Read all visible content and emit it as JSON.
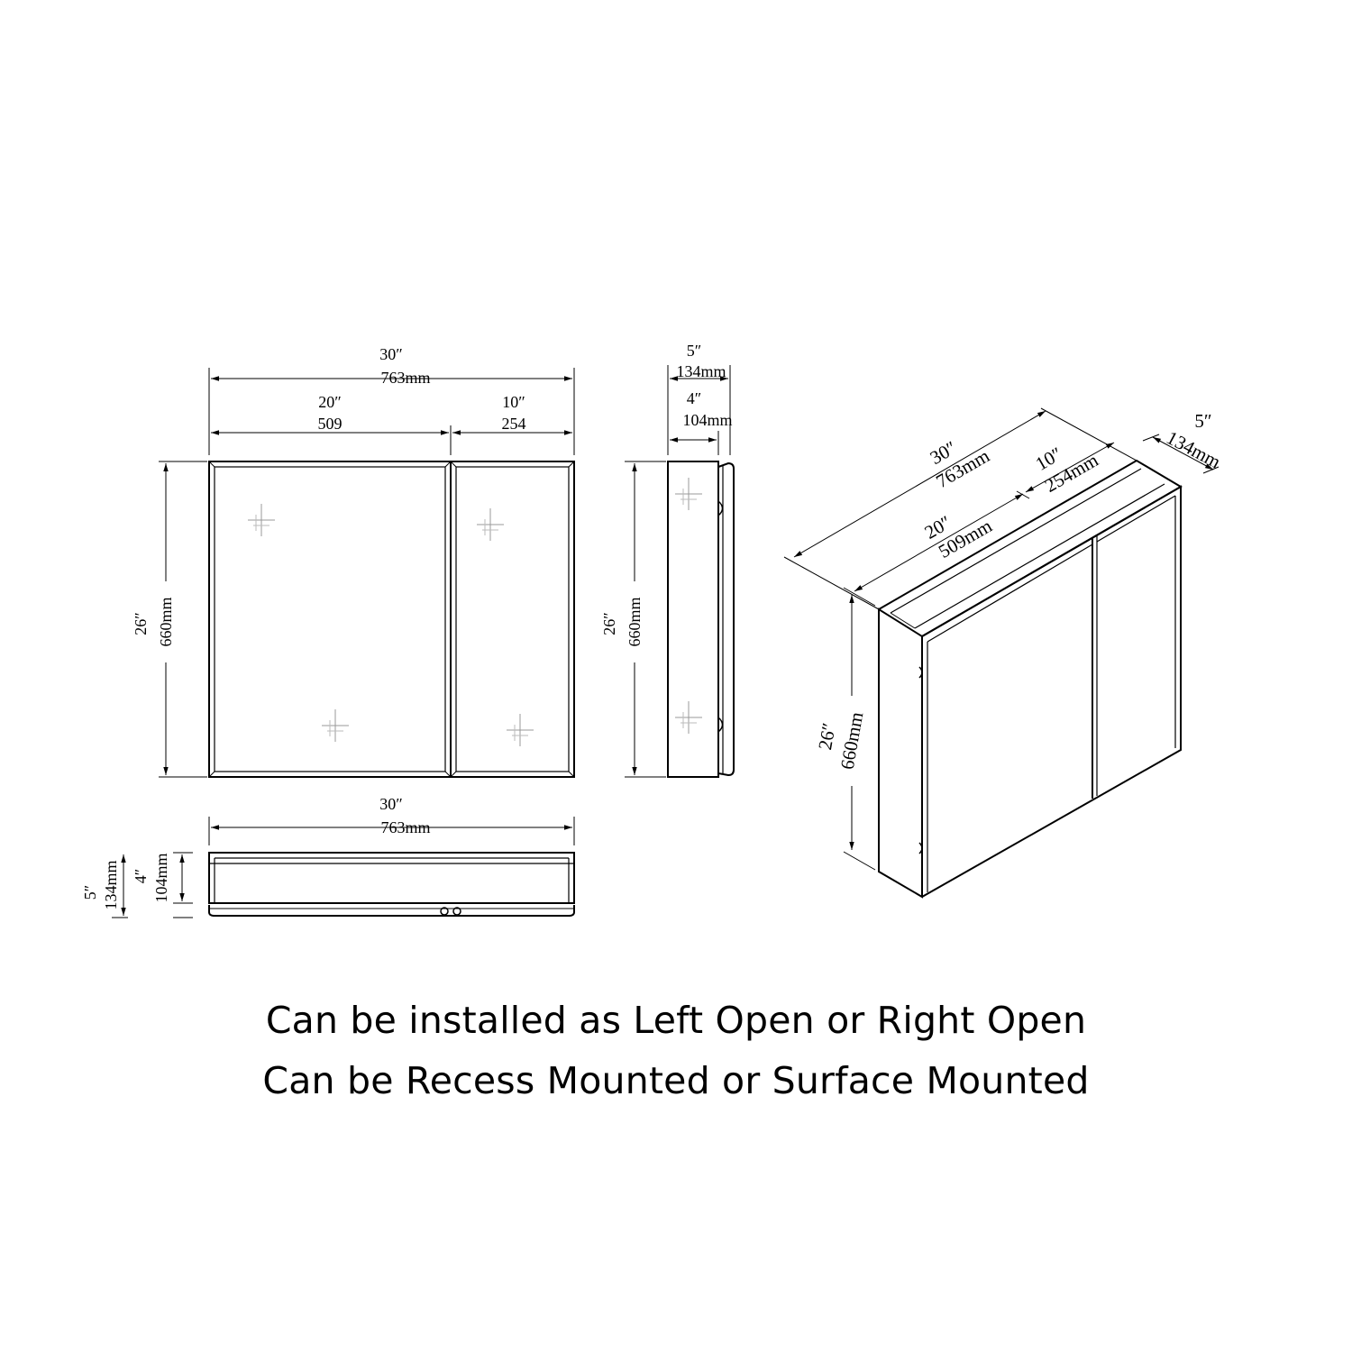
{
  "front_view": {
    "overall_width_in": "30″",
    "overall_width_mm": "763mm",
    "left_door_width_in": "20″",
    "left_door_width_mm": "509",
    "right_door_width_in": "10″",
    "right_door_width_mm": "254",
    "height_in": "26″",
    "height_mm": "660mm"
  },
  "side_view": {
    "depth_in": "5″",
    "depth_mm": "134mm",
    "inner_depth_in": "4″",
    "inner_depth_mm": "104mm",
    "height_in": "26″",
    "height_mm": "660mm"
  },
  "top_view": {
    "width_in": "30″",
    "width_mm": "763mm",
    "depth_in": "5″",
    "depth_mm": "134mm",
    "inner_depth_in": "4″",
    "inner_depth_mm": "104mm"
  },
  "iso_view": {
    "width_in": "30″",
    "width_mm": "763mm",
    "left_door_in": "20″",
    "left_door_mm": "509mm",
    "right_door_in": "10″",
    "right_door_mm": "254mm",
    "depth_in": "5″",
    "depth_mm": "134mm",
    "height_in": "26″",
    "height_mm": "660mm"
  },
  "captions": {
    "line1": "Can be installed as Left Open or Right Open",
    "line2": "Can be Recess Mounted or Surface Mounted"
  }
}
